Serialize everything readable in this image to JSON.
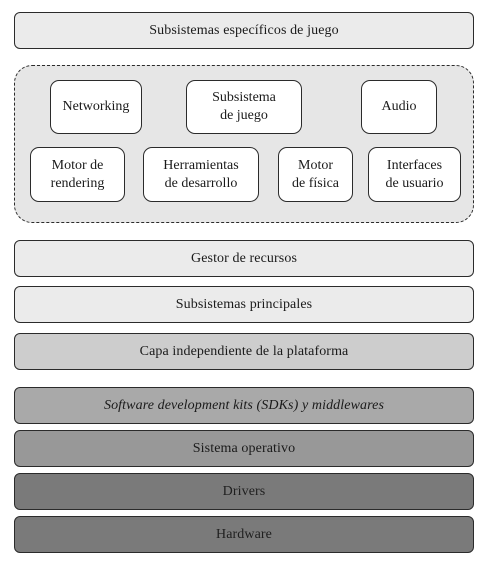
{
  "layers": {
    "game_specific": "Subsistemas específicos de juego",
    "resource_manager": "Gestor de recursos",
    "core_subsystems": "Subsistemas principales",
    "platform_independent": "Capa independiente de la plataforma",
    "sdks": "Software development kits (SDKs) y middlewares",
    "os": "Sistema operativo",
    "drivers": "Drivers",
    "hardware": "Hardware"
  },
  "engine": {
    "networking": "Networking",
    "game_subsystem": "Subsistema\nde juego",
    "audio": "Audio",
    "rendering": "Motor de\nrendering",
    "dev_tools": "Herramientas\nde desarrollo",
    "physics": "Motor\nde física",
    "ui": "Interfaces\nde usuario"
  }
}
